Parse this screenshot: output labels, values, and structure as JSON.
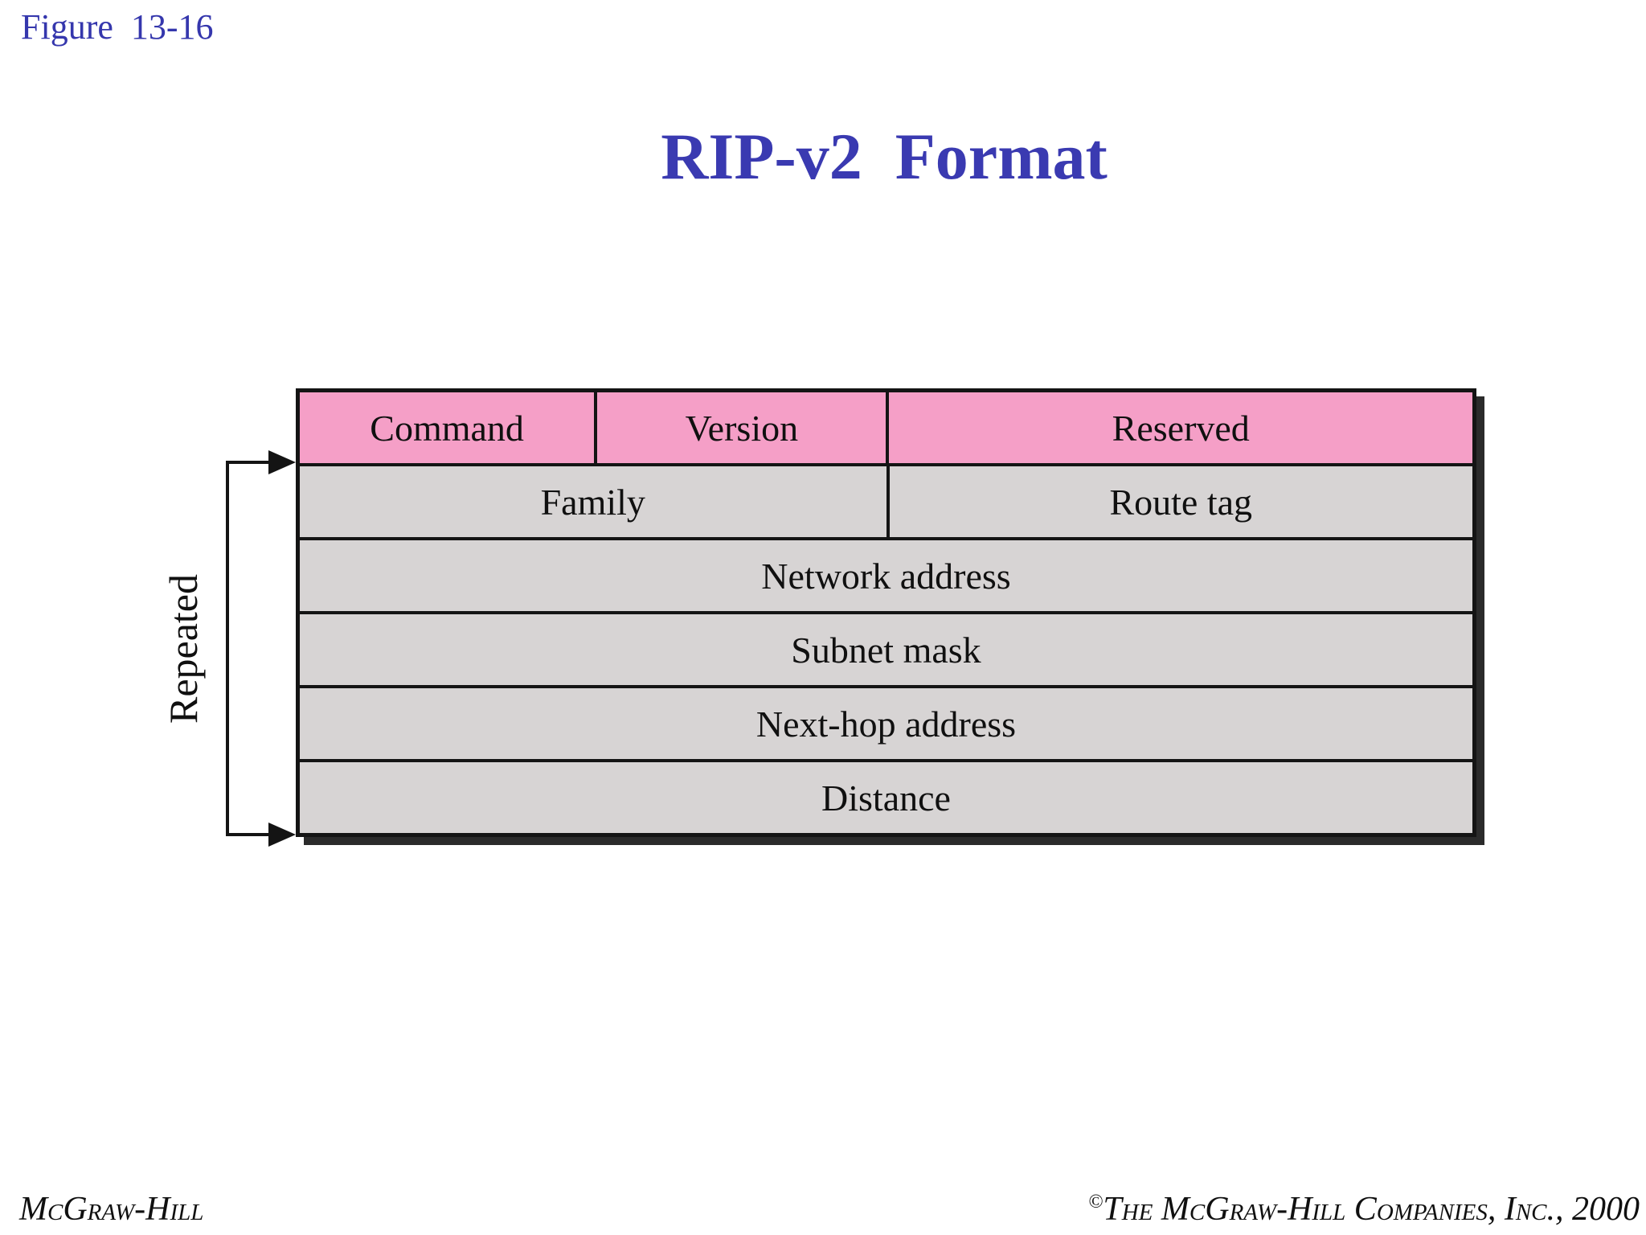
{
  "page": {
    "figure_label": "Figure  13-16",
    "title": "RIP-v2  Format"
  },
  "diagram": {
    "repeated_label": "Repeated",
    "rows": [
      {
        "cells": [
          {
            "label": "Command"
          },
          {
            "label": "Version"
          },
          {
            "label": "Reserved"
          }
        ]
      },
      {
        "cells": [
          {
            "label": "Family"
          },
          {
            "label": "Route tag"
          }
        ]
      },
      {
        "cells": [
          {
            "label": "Network address"
          }
        ]
      },
      {
        "cells": [
          {
            "label": "Subnet mask"
          }
        ]
      },
      {
        "cells": [
          {
            "label": "Next-hop address"
          }
        ]
      },
      {
        "cells": [
          {
            "label": "Distance"
          }
        ]
      }
    ]
  },
  "footer": {
    "left": "McGraw-Hill",
    "copyright_symbol": "©",
    "right": "The McGraw-Hill Companies, Inc., 2000"
  },
  "colors": {
    "title_blue": "#3a3ab1",
    "figure_label_blue": "#3537ad",
    "header_pink": "#f59fc7",
    "row_gray": "#d7d4d4",
    "line_black": "#141414",
    "shadow_dark": "#2b2b2b"
  }
}
